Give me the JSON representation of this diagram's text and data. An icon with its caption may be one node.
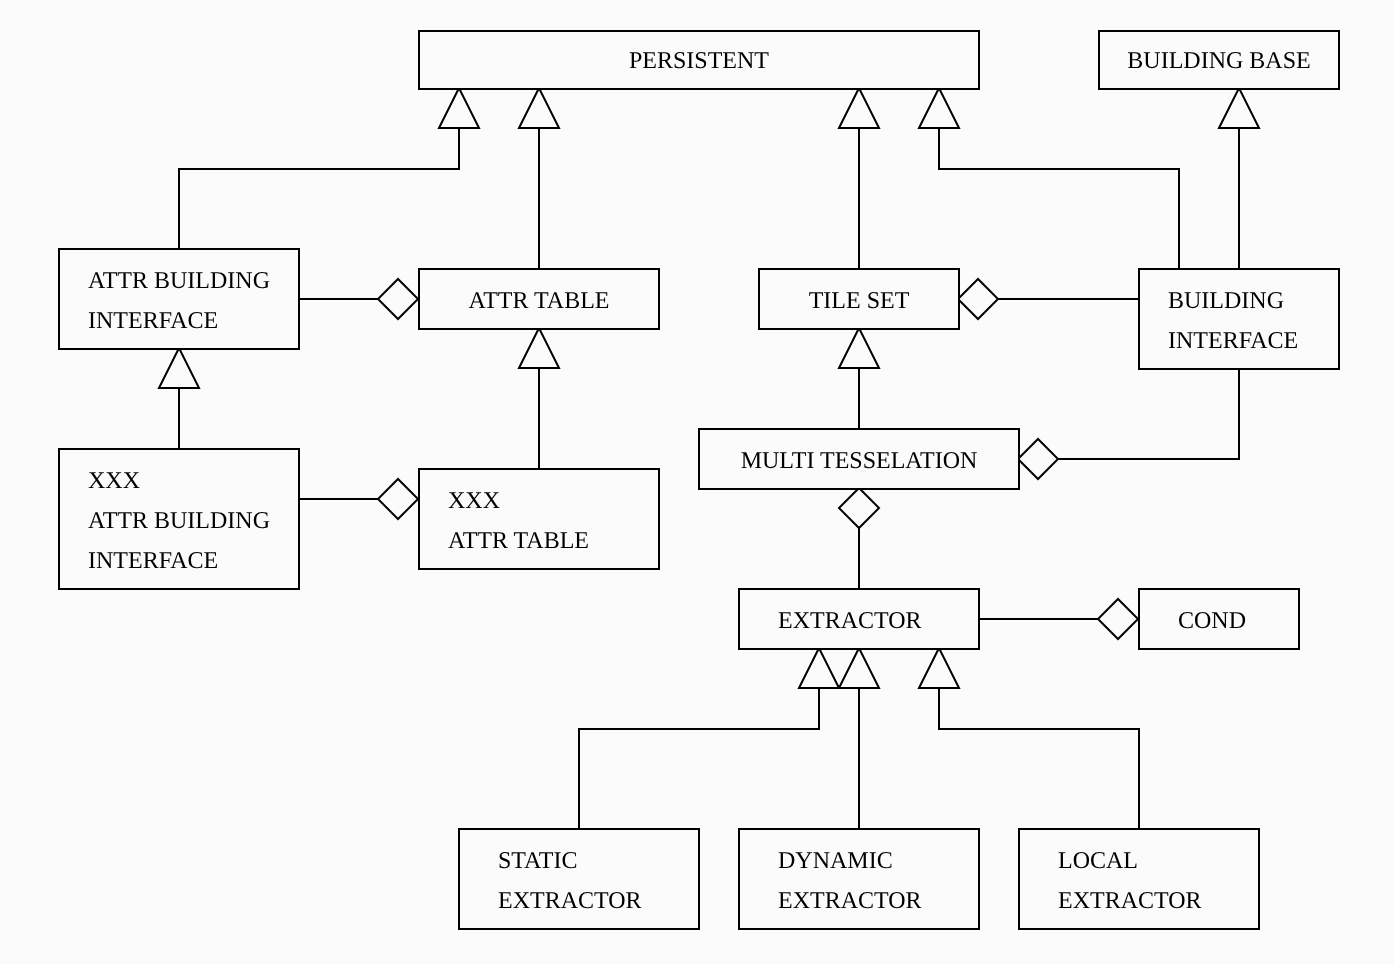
{
  "diagram": {
    "nodes": [
      {
        "text": [
          "PERSISTENT"
        ]
      },
      {
        "text": [
          "BUILDING BASE"
        ]
      },
      {
        "text": [
          "ATTR BUILDING INTERFACE"
        ]
      },
      {
        "text": [
          "ATTR TABLE"
        ]
      },
      {
        "text": [
          "TILE SET"
        ]
      },
      {
        "text": [
          "BUILDING INTERFACE"
        ]
      },
      {
        "text": [
          "XXX",
          "ATTR BUILDING INTERFACE"
        ]
      },
      {
        "text": [
          "XXX",
          "ATTR TABLE"
        ]
      },
      {
        "text": [
          "MULTI TESSELATION"
        ]
      },
      {
        "text": [
          "EXTRACTOR"
        ]
      },
      {
        "text": [
          "COND"
        ]
      },
      {
        "text": [
          "STATIC EXTRACTOR"
        ]
      },
      {
        "text": [
          "DYNAMIC EXTRACTOR"
        ]
      },
      {
        "text": [
          "LOCAL EXTRACTOR"
        ]
      }
    ],
    "edges": [
      {
        "from": 2,
        "to": 0,
        "arrow": "to"
      },
      {
        "from": 3,
        "to": 0,
        "arrow": "to"
      },
      {
        "from": 4,
        "to": 0,
        "arrow": "to"
      },
      {
        "from": 5,
        "to": 0,
        "arrow": "to"
      },
      {
        "from": 5,
        "to": 1,
        "arrow": "to"
      },
      {
        "from": 2,
        "to": 3,
        "arrow": "other"
      },
      {
        "from": 5,
        "to": 4,
        "arrow": "other"
      },
      {
        "from": 6,
        "to": 2,
        "arrow": "to"
      },
      {
        "from": 7,
        "to": 3,
        "arrow": "to"
      },
      {
        "from": 8,
        "to": 4,
        "arrow": "to"
      },
      {
        "from": 6,
        "to": 7,
        "arrow": "other"
      },
      {
        "from": 5,
        "to": 8,
        "arrow": "other"
      },
      {
        "from": 9,
        "to": 8,
        "arrow": "other"
      },
      {
        "from": 9,
        "to": 10,
        "arrow": "other"
      },
      {
        "from": 11,
        "to": 9,
        "arrow": "to"
      },
      {
        "from": 12,
        "to": 9,
        "arrow": "to"
      },
      {
        "from": 13,
        "to": 9,
        "arrow": "to"
      }
    ]
  }
}
